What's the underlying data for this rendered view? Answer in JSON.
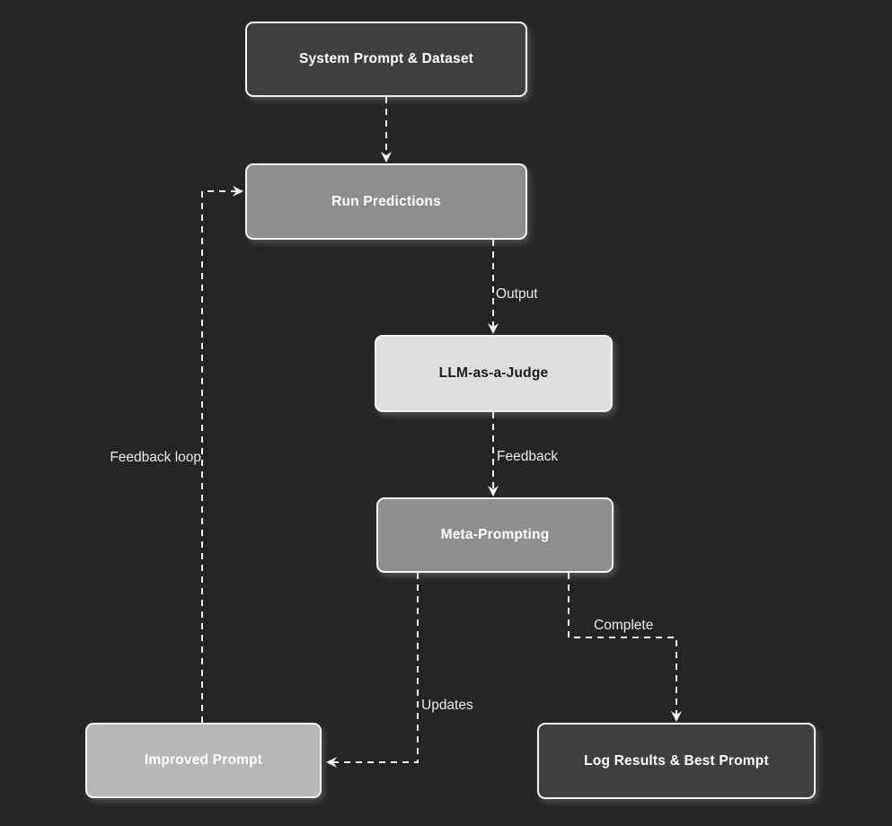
{
  "diagram": {
    "type": "flowchart",
    "background": "#272425",
    "edge_color": "#f2f2f2",
    "nodes": [
      {
        "id": "system-prompt-dataset",
        "label": "System Prompt & Dataset",
        "fill": "#413e3f",
        "text_color": "#ffffff"
      },
      {
        "id": "run-predictions",
        "label": "Run Predictions",
        "fill": "#8e8e8e",
        "text_color": "#ffffff"
      },
      {
        "id": "llm-as-a-judge",
        "label": "LLM-as-a-Judge",
        "fill": "#dedede",
        "text_color": "#1c1c1c"
      },
      {
        "id": "meta-prompting",
        "label": "Meta-Prompting",
        "fill": "#8e8e8e",
        "text_color": "#ffffff"
      },
      {
        "id": "improved-prompt",
        "label": "Improved Prompt",
        "fill": "#b7b7b7",
        "text_color": "#ffffff"
      },
      {
        "id": "log-results",
        "label": "Log Results & Best Prompt",
        "fill": "#413e3f",
        "text_color": "#ffffff"
      }
    ],
    "edges": [
      {
        "from": "system-prompt-dataset",
        "to": "run-predictions",
        "label": ""
      },
      {
        "from": "run-predictions",
        "to": "llm-as-a-judge",
        "label": "Output"
      },
      {
        "from": "llm-as-a-judge",
        "to": "meta-prompting",
        "label": "Feedback"
      },
      {
        "from": "meta-prompting",
        "to": "improved-prompt",
        "label": "Updates"
      },
      {
        "from": "meta-prompting",
        "to": "log-results",
        "label": "Complete"
      },
      {
        "from": "improved-prompt",
        "to": "run-predictions",
        "label": "Feedback loop"
      }
    ]
  }
}
